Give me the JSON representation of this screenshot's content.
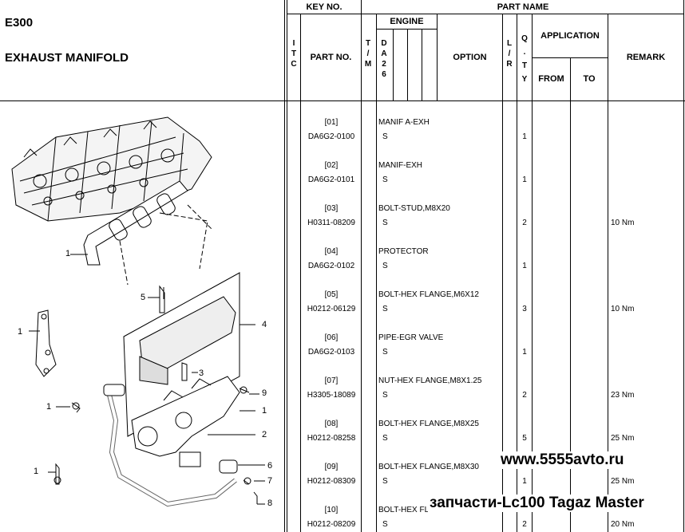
{
  "model": "E300",
  "section_title": "EXHAUST  MANIFOLD",
  "headers": {
    "key_no": "KEY NO.",
    "part_name": "PART NAME",
    "itc": [
      "I",
      "T",
      "C"
    ],
    "part_no": "PART NO.",
    "tim": [
      "T",
      "/",
      "M"
    ],
    "engine": "ENGINE",
    "engine_code": [
      "D",
      "A",
      "2",
      "6"
    ],
    "option": "OPTION",
    "lr": [
      "L",
      "/",
      "R"
    ],
    "qty": [
      "Q",
      ".",
      "T",
      "Y"
    ],
    "application": "APPLICATION",
    "from": "FROM",
    "to": "TO",
    "remark": "REMARK"
  },
  "parts": [
    {
      "key": "[01]",
      "part_no": "DA6G2-0100",
      "name": "MANIF A-EXH",
      "option": "S",
      "qty": "1",
      "remark": ""
    },
    {
      "key": "[02]",
      "part_no": "DA6G2-0101",
      "name": "MANIF-EXH",
      "option": "S",
      "qty": "1",
      "remark": ""
    },
    {
      "key": "[03]",
      "part_no": "H0311-08209",
      "name": "BOLT-STUD,M8X20",
      "option": "S",
      "qty": "2",
      "remark": "10 Nm"
    },
    {
      "key": "[04]",
      "part_no": "DA6G2-0102",
      "name": "PROTECTOR",
      "option": "S",
      "qty": "1",
      "remark": ""
    },
    {
      "key": "[05]",
      "part_no": "H0212-06129",
      "name": "BOLT-HEX FLANGE,M6X12",
      "option": "S",
      "qty": "3",
      "remark": "10 Nm"
    },
    {
      "key": "[06]",
      "part_no": "DA6G2-0103",
      "name": "PIPE-EGR VALVE",
      "option": "S",
      "qty": "1",
      "remark": ""
    },
    {
      "key": "[07]",
      "part_no": "H3305-18089",
      "name": "NUT-HEX FLANGE,M8X1.25",
      "option": "S",
      "qty": "2",
      "remark": "23 Nm"
    },
    {
      "key": "[08]",
      "part_no": "H0212-08258",
      "name": "BOLT-HEX FLANGE,M8X25",
      "option": "S",
      "qty": "5",
      "remark": "25 Nm"
    },
    {
      "key": "[09]",
      "part_no": "H0212-08309",
      "name": "BOLT-HEX FLANGE,M8X30",
      "option": "S",
      "qty": "1",
      "remark": "25 Nm"
    },
    {
      "key": "[10]",
      "part_no": "H0212-08209",
      "name": "BOLT-HEX FL",
      "option": "S",
      "qty": "2",
      "remark": "20 Nm"
    }
  ],
  "callouts": {
    "c1a": "1",
    "c5": "5",
    "c4": "4",
    "c1b": "1",
    "c3": "3",
    "c9": "9",
    "c1c": "1",
    "c1d": "1",
    "c2": "2",
    "c6": "6",
    "c7": "7",
    "c8": "8",
    "c1e": "1"
  },
  "watermark": {
    "site": "www.5555avto.ru",
    "tagline": "запчасти-Lc100 Tagaz Master"
  }
}
